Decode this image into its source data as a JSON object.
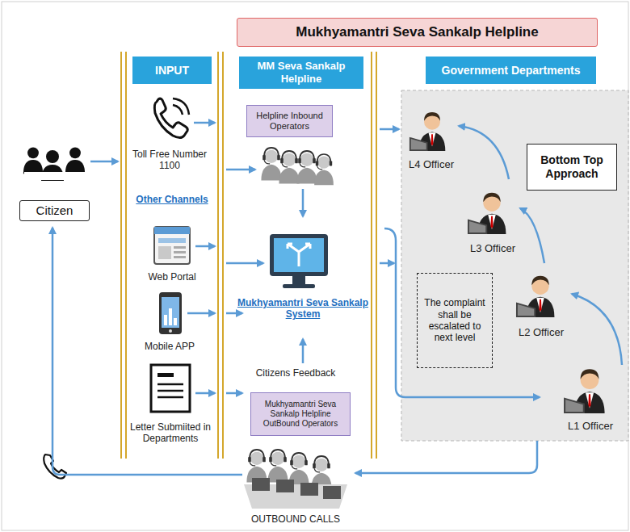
{
  "diagram": {
    "title": "Mukhyamantri Seva Sankalp Helpline",
    "nodes": [
      {
        "text": [
          "INPUT"
        ]
      },
      {
        "text": [
          "MM Seva Sankalp Helpline"
        ]
      },
      {
        "text": [
          "Government Departments"
        ]
      },
      {
        "text": [
          "Citizen"
        ]
      },
      {
        "text": [
          "Helpline Inbound Operators"
        ]
      },
      {
        "text": [
          "Mukhyamantri Seva Sankalp Helpline OutBound Operators"
        ]
      },
      {
        "text": [
          "Bottom Top Approach"
        ]
      },
      {
        "text": [
          "The complaint shall be escalated to next level"
        ]
      }
    ],
    "labels": [
      "Toll Free Number 1100",
      "Other Channels",
      "Web Portal",
      "Mobile APP",
      "Letter Submiited in Departments",
      "Mukhyamantri Seva Sankalp System",
      "Citizens Feedback",
      "L4 Officer",
      "L3 Officer",
      "L2 Officer",
      "L1 Officer",
      "OUTBOUND CALLS"
    ]
  }
}
